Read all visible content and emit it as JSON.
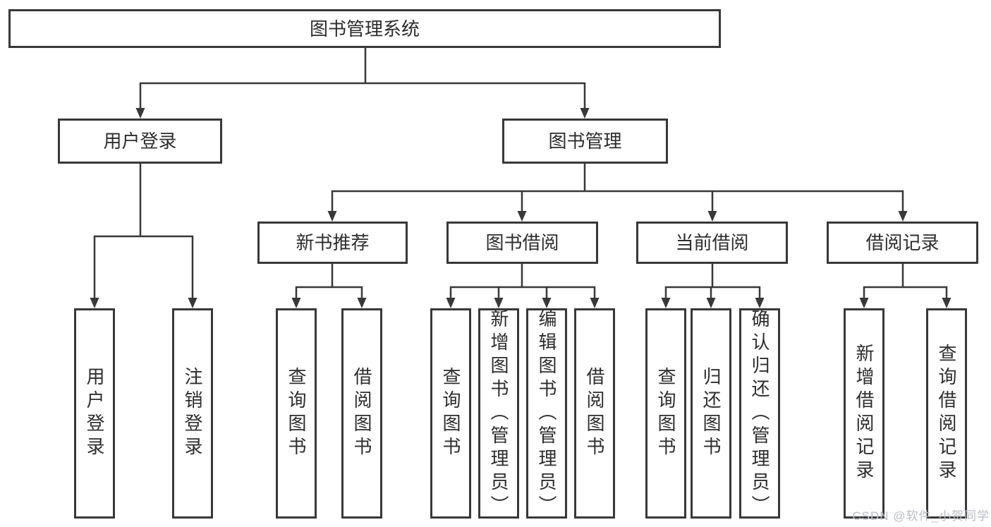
{
  "diagram": {
    "root": {
      "label": "图书管理系统"
    },
    "branches": [
      {
        "label": "用户登录",
        "children": [
          {
            "label": "用户登录"
          },
          {
            "label": "注销登录"
          }
        ]
      },
      {
        "label": "图书管理",
        "children": [
          {
            "label": "新书推荐",
            "children": [
              {
                "label": "查询图书"
              },
              {
                "label": "借阅图书"
              }
            ]
          },
          {
            "label": "图书借阅",
            "children": [
              {
                "label": "查询图书"
              },
              {
                "label": "新增图书（管理员）"
              },
              {
                "label": "编辑图书（管理员）"
              },
              {
                "label": "借阅图书"
              }
            ]
          },
          {
            "label": "当前借阅",
            "children": [
              {
                "label": "查询图书"
              },
              {
                "label": "归还图书"
              },
              {
                "label": "确认归还（管理员）"
              }
            ]
          },
          {
            "label": "借阅记录",
            "children": [
              {
                "label": "新增借阅记录"
              },
              {
                "label": "查询借阅记录"
              }
            ]
          }
        ]
      }
    ]
  },
  "watermark": {
    "text": "CSDN @软件_小贺同学"
  },
  "colors": {
    "line": "#383838",
    "text": "#2d2d2d",
    "box-bg": "#ffffff",
    "background": "#ffffff",
    "watermark": "#b9bdc6"
  }
}
